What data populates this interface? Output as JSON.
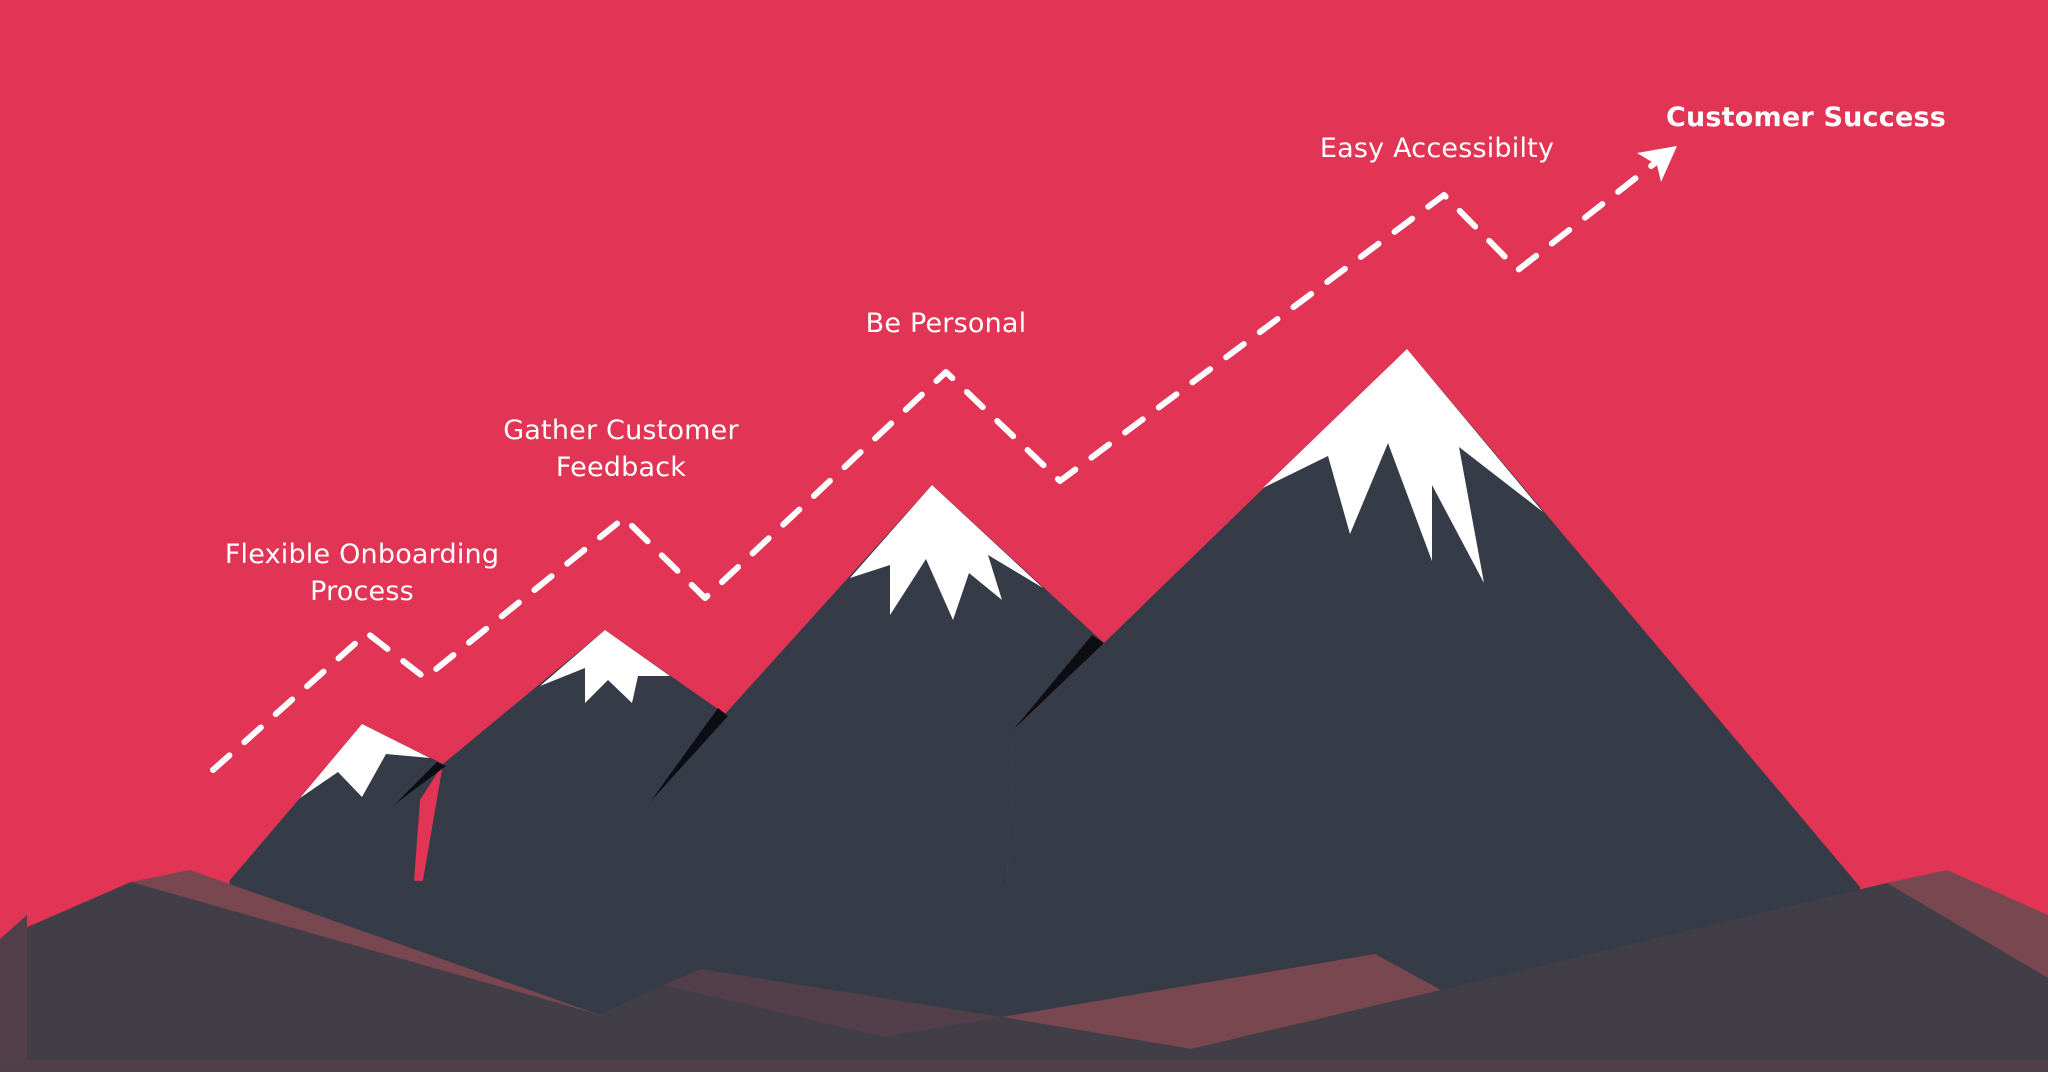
{
  "diagram": {
    "type": "journey-illustration",
    "colors": {
      "background": "#e23555",
      "mountain": "#353c47",
      "snow": "#ffffff",
      "crevice": "#0c0e14",
      "foreground_hill": "#413e48",
      "mauve_hill": "#79474f",
      "mid_hill": "#533f49",
      "ground_band": "#4e3f49",
      "path": "#ffffff"
    },
    "milestones": [
      {
        "id": "flexible-onboarding",
        "line1": "Flexible Onboarding",
        "line2": "Process"
      },
      {
        "id": "gather-feedback",
        "line1": "Gather Customer",
        "line2": "Feedback"
      },
      {
        "id": "be-personal",
        "line1": "Be Personal"
      },
      {
        "id": "easy-accessibility",
        "line1": "Easy Accessibilty"
      },
      {
        "id": "customer-success",
        "line1": "Customer Success"
      }
    ],
    "path": {
      "style": "dashed",
      "direction": "upward-right",
      "end_marker": "arrowhead"
    }
  }
}
